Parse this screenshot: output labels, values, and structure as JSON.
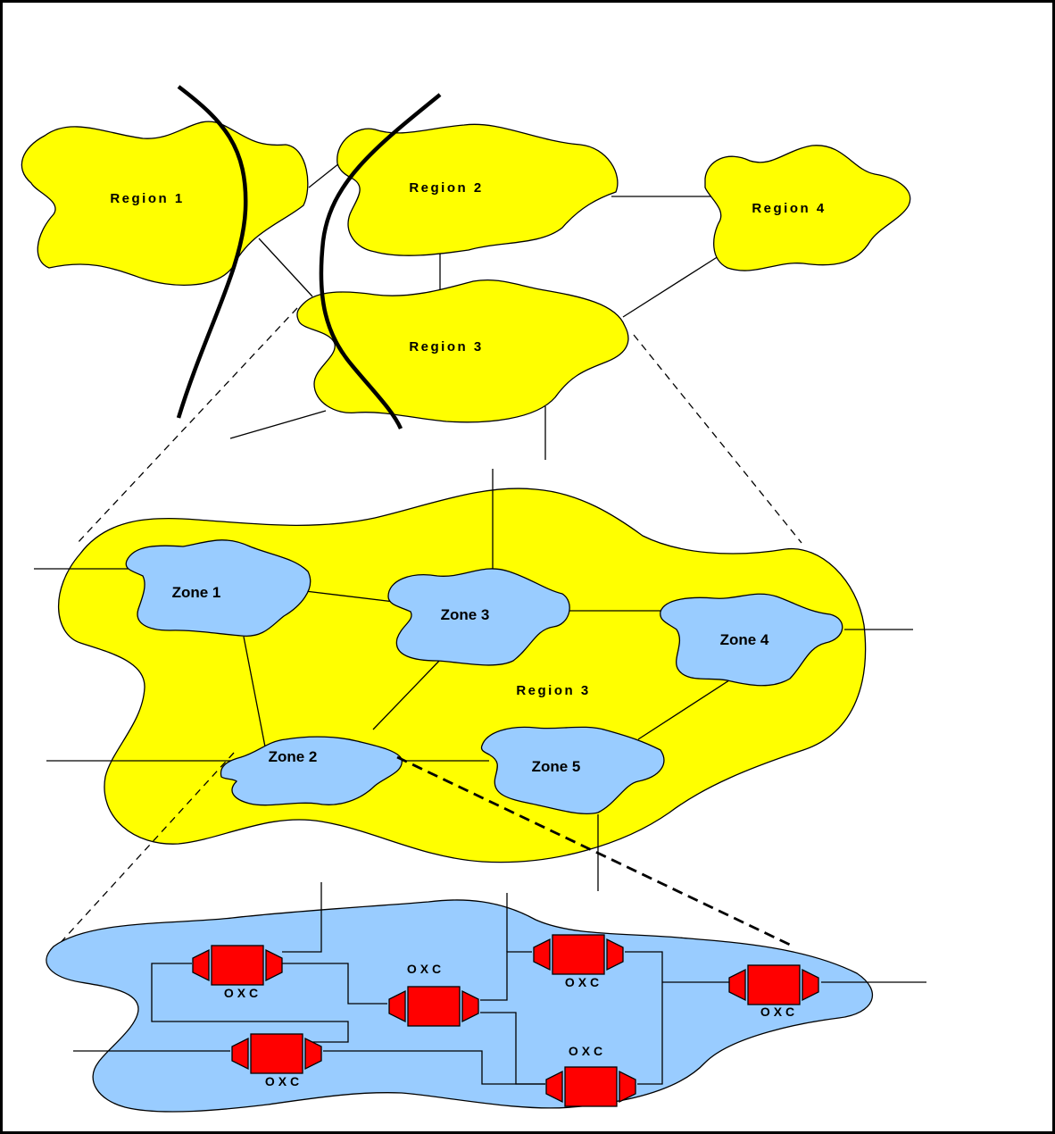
{
  "colors": {
    "region_fill": "#ffff00",
    "zone_fill": "#99ccff",
    "oxc_fill": "#ff0000",
    "line": "#000000",
    "background": "#ffffff"
  },
  "top_level": {
    "regions": [
      {
        "id": "r1",
        "label": "Region 1"
      },
      {
        "id": "r2",
        "label": "Region 2"
      },
      {
        "id": "r3",
        "label": "Region 3"
      },
      {
        "id": "r4",
        "label": "Region 4"
      }
    ]
  },
  "region_detail": {
    "label": "Region 3",
    "zones": [
      {
        "id": "z1",
        "label": "Zone 1"
      },
      {
        "id": "z2",
        "label": "Zone 2"
      },
      {
        "id": "z3",
        "label": "Zone 3"
      },
      {
        "id": "z4",
        "label": "Zone 4"
      },
      {
        "id": "z5",
        "label": "Zone 5"
      }
    ]
  },
  "zone_detail": {
    "nodes": [
      {
        "id": "n1",
        "label": "OXC"
      },
      {
        "id": "n2",
        "label": "OXC"
      },
      {
        "id": "n3",
        "label": "OXC"
      },
      {
        "id": "n4",
        "label": "OXC"
      },
      {
        "id": "n5",
        "label": "OXC"
      },
      {
        "id": "n6",
        "label": "OXC"
      }
    ]
  }
}
